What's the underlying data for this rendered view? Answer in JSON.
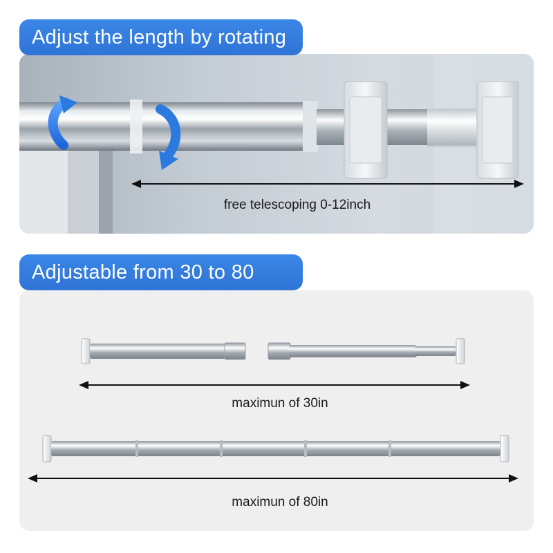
{
  "banners": {
    "top": "Adjust the length by rotating",
    "bottom": "Adjustable from 30 to 80"
  },
  "captions": {
    "telescoping": "free telescoping 0-12inch",
    "max30": "maximun of 30in",
    "max80": "maximun of 80in"
  },
  "colors": {
    "banner_blue": "#3480e0",
    "arrow_blue": "#2a7ae0",
    "panel_gray": "#efefef"
  },
  "icons": [
    "rotate-arrow-icon",
    "dimension-arrow-icon"
  ]
}
